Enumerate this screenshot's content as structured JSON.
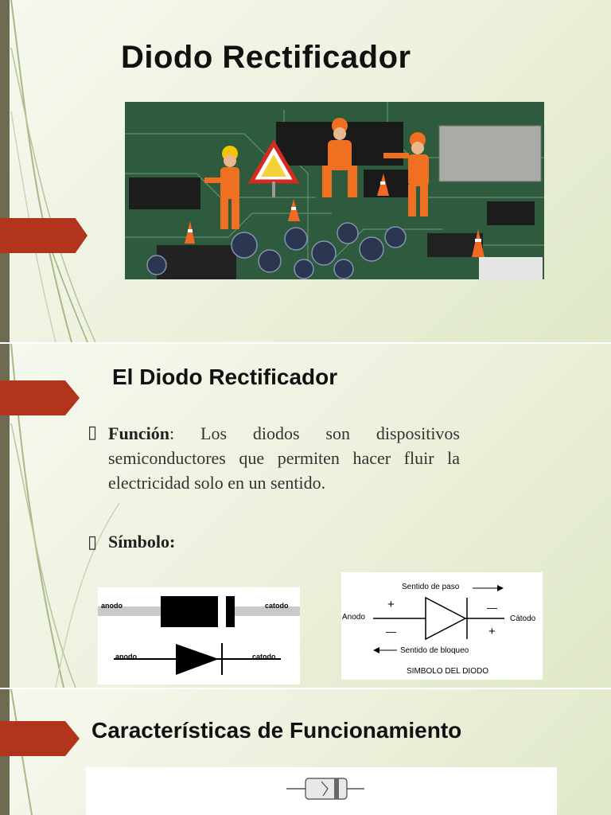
{
  "slide1": {
    "title": "Diodo Rectificador",
    "image_description": "Miniature construction workers on a circuit board"
  },
  "slide2": {
    "title": "El Diodo Rectificador",
    "bullet_icon": "hollow-square-bullet",
    "bullet1_label": "Función",
    "bullet1_text": ": Los diodos son dispositivos semiconductores que permiten hacer fluir la electricidad solo en un sentido.",
    "bullet2_label": "Símbolo:",
    "fig1": {
      "anode": "anodo",
      "cathode": "catodo"
    },
    "fig2": {
      "forward": "Sentido de paso",
      "reverse": "Sentido de bloqueo",
      "anode": "Anodo",
      "cathode": "Cátodo",
      "caption": "SIMBOLO DEL DIODO",
      "plus": "+",
      "minus": "—"
    }
  },
  "slide3": {
    "title": "Características de Funcionamiento"
  },
  "colors": {
    "accent": "#b3341d",
    "leftbar": "#6f6a52"
  }
}
